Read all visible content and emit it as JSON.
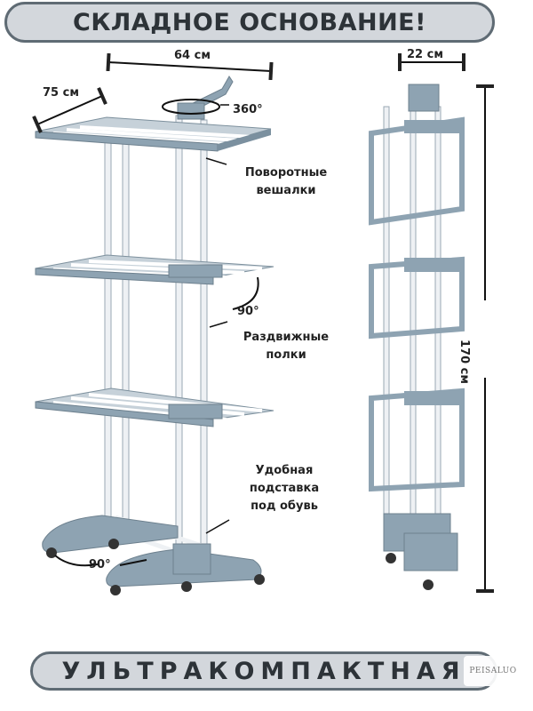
{
  "header": {
    "title": "СКЛАДНОЕ ОСНОВАНИЕ!"
  },
  "dimensions": {
    "width": "64 см",
    "depth": "75 см",
    "folded_width": "22 см",
    "height": "170 см",
    "rotation": "360°",
    "shelf_angle": "90°",
    "base_angle": "90°"
  },
  "features": {
    "rotating_hangers": [
      "Поворотные",
      "вешалки"
    ],
    "extendable_shelves": [
      "Раздвижные",
      "полки"
    ],
    "shoe_stand": [
      "Удобная",
      "подставка",
      "под обувь"
    ]
  },
  "footer": {
    "slogan": "УЛЬТРАКОМПАКТНАЯ"
  },
  "watermark": {
    "text": "PEISALUO"
  },
  "colors": {
    "frame": "#8ea3b2",
    "pole": "#f2f4f6",
    "accent": "#5f6b74",
    "banner_bg": "#d3d7dc"
  }
}
